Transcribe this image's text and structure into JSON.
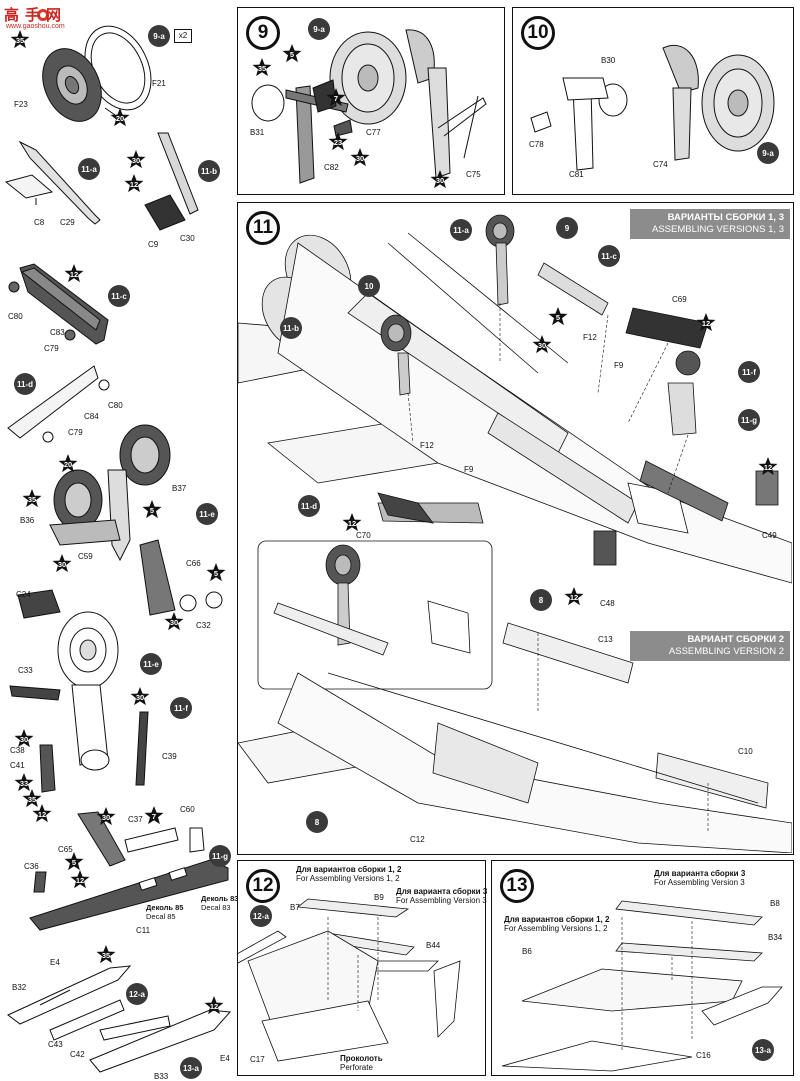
{
  "watermark": {
    "brand": "高手网",
    "url": "www.gaoshou.com"
  },
  "left_column": {
    "sub_9a": "9-a",
    "qty": "x2",
    "parts_9a": [
      "F21",
      "F23"
    ],
    "stars_9a": [
      "35",
      "20"
    ],
    "sub_11a": "11-a",
    "parts_11a": [
      "C8",
      "C29"
    ],
    "sub_11b": "11-b",
    "parts_11b": [
      "C9",
      "C30"
    ],
    "stars_11b": [
      "30",
      "12"
    ],
    "sub_11c": "11-c",
    "parts_11c": [
      "C80",
      "C83",
      "C79"
    ],
    "stars_11c": [
      "12"
    ],
    "sub_11d": "11-d",
    "parts_11d": [
      "C80",
      "C84",
      "C79"
    ],
    "sub_11e": "11-e",
    "parts_11e": [
      "B37",
      "B36",
      "C59",
      "C66",
      "C32",
      "C24"
    ],
    "stars_11e": [
      "20",
      "35",
      "5",
      "30",
      "5",
      "30"
    ],
    "sub_11e_ref": "11-e",
    "sub_11f": "11-f",
    "parts_11f": [
      "C33",
      "C38",
      "C41",
      "C39"
    ],
    "stars_11f": [
      "30",
      "30",
      "33",
      "35",
      "12"
    ],
    "sub_11g": "11-g",
    "parts_11g": [
      "C60",
      "C37",
      "C65",
      "C36",
      "C11"
    ],
    "stars_11g": [
      "30",
      "7",
      "5",
      "12"
    ],
    "decal_a_ru": "Деколь 85",
    "decal_a_en": "Decal 85",
    "decal_b_ru": "Деколь 83",
    "decal_b_en": "Decal 83",
    "sub_12a": "12-a",
    "parts_12a": [
      "E4",
      "B32",
      "C43"
    ],
    "stars_12a": [
      "35"
    ],
    "sub_13a": "13-a",
    "parts_13a": [
      "C42",
      "B33",
      "E4"
    ],
    "stars_13a": [
      "12"
    ]
  },
  "step9": {
    "number": "9",
    "sub_ref": "9-a",
    "parts": [
      "B31",
      "C77",
      "C82",
      "C75"
    ],
    "stars": [
      "35",
      "5",
      "7",
      "23",
      "30",
      "30"
    ]
  },
  "step10": {
    "number": "10",
    "sub_ref": "9-a",
    "parts": [
      "B30",
      "C78",
      "C81",
      "C74"
    ]
  },
  "step11": {
    "number": "11",
    "banner1_ru": "ВАРИАНТЫ СБОРКИ 1, 3",
    "banner1_en": "ASSEMBLING VERSIONS 1, 3",
    "banner2_ru": "ВАРИАНТ СБОРКИ 2",
    "banner2_en": "ASSEMBLING VERSION 2",
    "subs": [
      "11-a",
      "11-b",
      "11-c",
      "11-d",
      "11-f",
      "11-g"
    ],
    "refs": [
      "9",
      "10",
      "8",
      "8"
    ],
    "parts": [
      "C69",
      "F12",
      "F9",
      "F12",
      "F9",
      "C70",
      "C49",
      "C48",
      "C13",
      "C10",
      "C12"
    ],
    "stars": [
      "5",
      "30",
      "12",
      "12",
      "12",
      "12"
    ]
  },
  "step12": {
    "number": "12",
    "note1_ru": "Для вариантов сборки 1, 2",
    "note1_en": "For Assembling Versions 1, 2",
    "note2_ru": "Для варианта сборки 3",
    "note2_en": "For Assembling Version 3",
    "sub_ref": "12-a",
    "parts": [
      "B7",
      "B9",
      "B44",
      "C17"
    ],
    "perf_ru": "Проколоть",
    "perf_en": "Perforate"
  },
  "step13": {
    "number": "13",
    "note1_ru": "Для варианта сборки 3",
    "note1_en": "For Assembling Version 3",
    "note2_ru": "Для вариантов сборки 1, 2",
    "note2_en": "For Assembling Versions 1, 2",
    "sub_ref": "13-a",
    "parts": [
      "B8",
      "B34",
      "B6",
      "C16"
    ]
  }
}
